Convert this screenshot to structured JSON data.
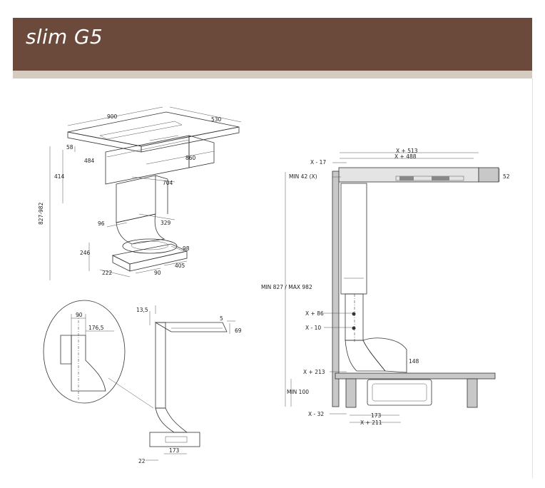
{
  "header": {
    "title": "slim G5"
  },
  "colors": {
    "header_bg": "#6b4a3c",
    "stripe": "#d4cbc1",
    "counter": "#c8c8c8"
  },
  "iso_view": {
    "dims": {
      "d900": "900",
      "d530": "530",
      "d58": "58",
      "d484": "484",
      "d860": "860",
      "d414": "414",
      "d704": "704",
      "d827_982": "827-982",
      "d96": "96",
      "d329": "329",
      "d246": "246",
      "d98": "98",
      "d222": "222",
      "d90": "90",
      "d405": "405"
    }
  },
  "detail_view": {
    "dims": {
      "d90": "90",
      "d176_5": "176,5"
    }
  },
  "side_view": {
    "dims": {
      "d13_5": "13,5",
      "d5": "5",
      "d69": "69",
      "d173": "173",
      "d22": "22"
    }
  },
  "install_view": {
    "dims": {
      "x513": "X + 513",
      "x488": "X + 488",
      "x17": "X - 17",
      "min42": "MIN  42  (X)",
      "d52": "52",
      "minmax": "MIN 827 / MAX 982",
      "x86": "X + 86",
      "x10": "X - 10",
      "d148": "148",
      "x213": "X + 213",
      "min100": "MIN 100",
      "x32": "X - 32",
      "d173": "173",
      "x211": "X + 211"
    }
  }
}
